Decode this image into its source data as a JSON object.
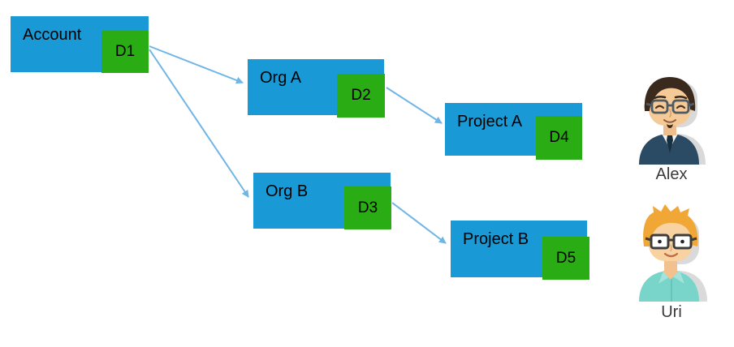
{
  "diagram": {
    "nodes": [
      {
        "label": "Account",
        "badge": "D1"
      },
      {
        "label": "Org A",
        "badge": "D2"
      },
      {
        "label": "Org B",
        "badge": "D3"
      },
      {
        "label": "Project A",
        "badge": "D4"
      },
      {
        "label": "Project B",
        "badge": "D5"
      }
    ],
    "edges": [
      {
        "from": "D1",
        "to": "Org A"
      },
      {
        "from": "D1",
        "to": "Org B"
      },
      {
        "from": "D2",
        "to": "Project A"
      },
      {
        "from": "D3",
        "to": "Project B"
      }
    ],
    "colors": {
      "node_fill": "#1999D5",
      "badge_fill": "#29AC14",
      "arrow": "#6FB5E6",
      "label_text": "#000000",
      "user_name_text": "#3A3A3A"
    }
  },
  "users": [
    {
      "name": "Alex",
      "avatar": "male-dark-hair-glasses-avatar-icon"
    },
    {
      "name": "Uri",
      "avatar": "male-blonde-hair-glasses-avatar-icon"
    }
  ]
}
